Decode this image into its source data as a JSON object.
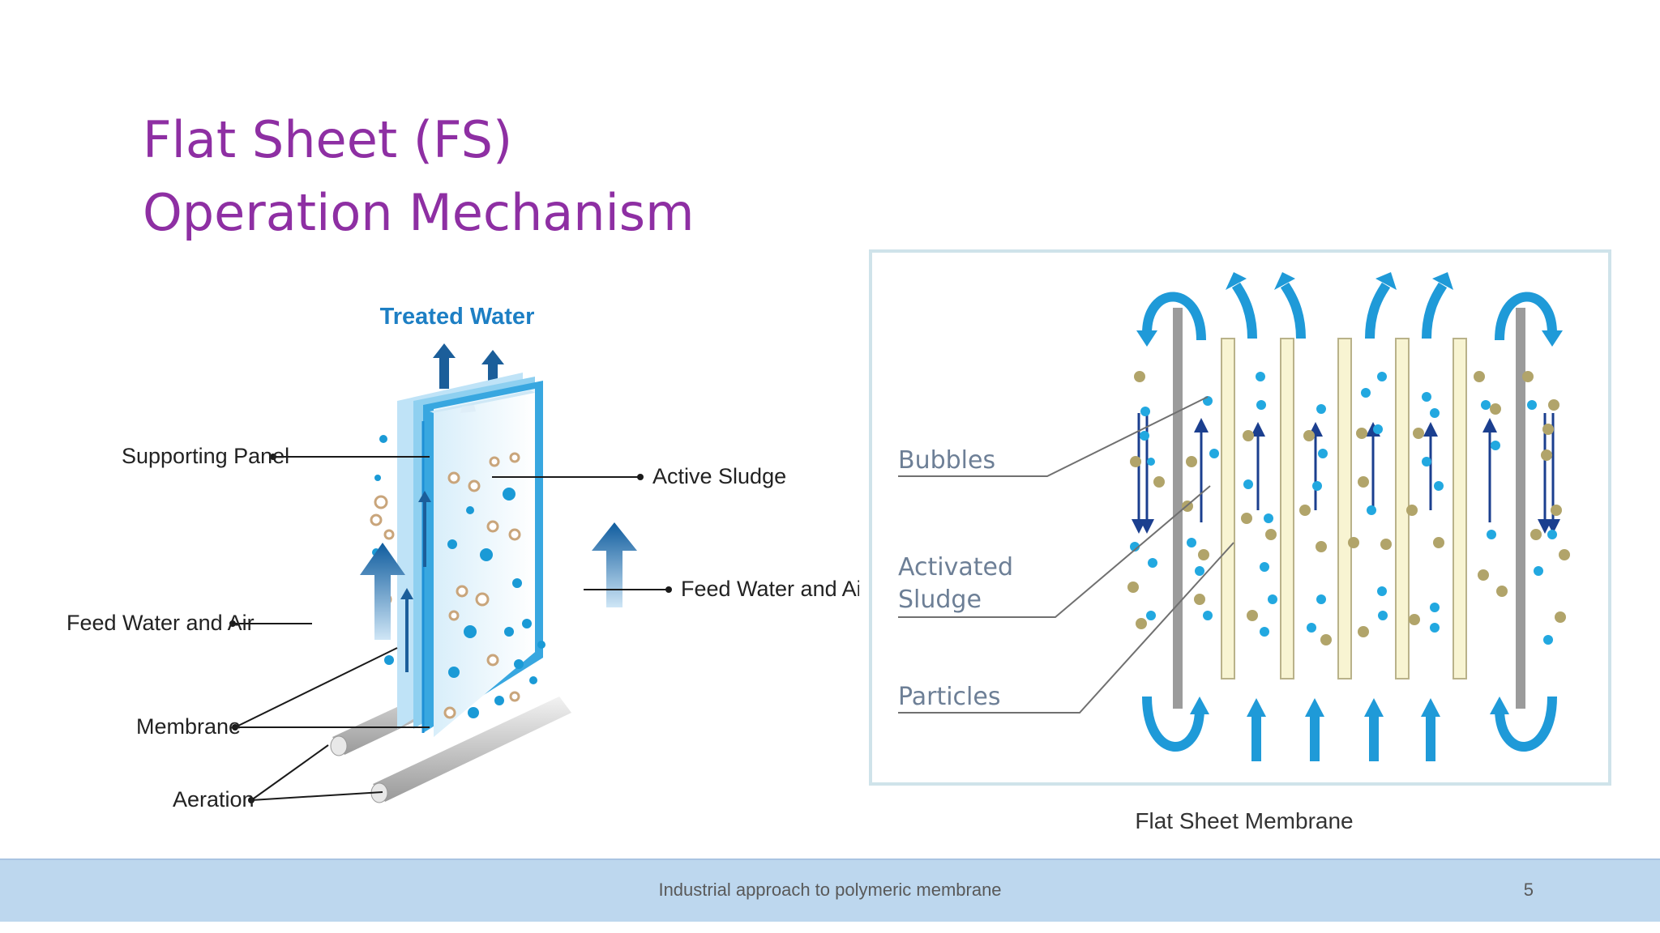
{
  "slide": {
    "title_line1": "Flat Sheet (FS)",
    "title_line2": "Operation Mechanism"
  },
  "left_figure": {
    "labels": {
      "treated_water": "Treated Water",
      "supporting_panel": "Supporting Panel",
      "active_sludge": "Active Sludge",
      "feed_water_left": "Feed Water and Air",
      "feed_water_right": "Feed Water and Air",
      "membrane": "Membrane",
      "aeration": "Aeration"
    }
  },
  "right_figure": {
    "labels": {
      "bubbles": "Bubbles",
      "activated_sludge_line1": "Activated",
      "activated_sludge_line2": "Sludge",
      "particles": "Particles"
    },
    "caption": "Flat Sheet Membrane"
  },
  "footer": {
    "text": "Industrial approach to polymeric membrane",
    "page_number": "5"
  },
  "colors": {
    "title": "#8e2fa3",
    "footer_bg": "#bdd7ee",
    "water_blue": "#1a9ad6",
    "arrow_navy": "#1b3f8f",
    "sludge": "#b1a46a"
  }
}
